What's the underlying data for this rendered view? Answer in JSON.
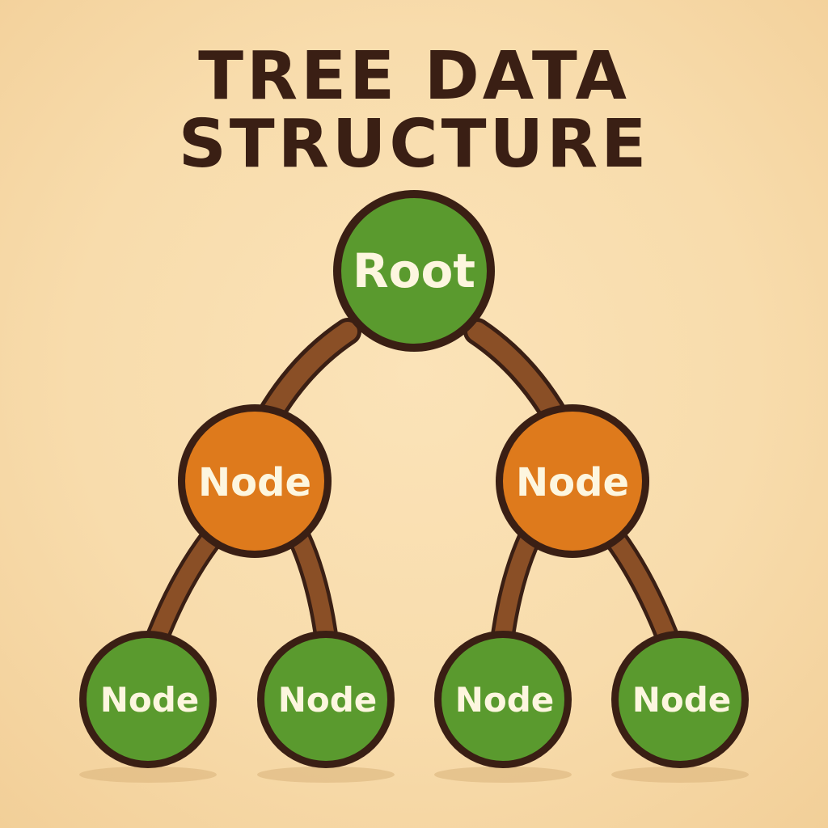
{
  "title": {
    "line1": "TREE DATA",
    "line2": "STRUCTURE"
  },
  "colors": {
    "background": "#f8dcac",
    "title": "#3a1f14",
    "root_fill": "#5a9a2e",
    "internal_fill": "#de7a1c",
    "leaf_fill": "#5a9a2e",
    "outline": "#3a1f14",
    "branch": "#8a4f26",
    "label": "#fdf6df"
  },
  "tree": {
    "root": {
      "label": "Root",
      "children": [
        {
          "label": "Node",
          "children": [
            {
              "label": "Node"
            },
            {
              "label": "Node"
            }
          ]
        },
        {
          "label": "Node",
          "children": [
            {
              "label": "Node"
            },
            {
              "label": "Node"
            }
          ]
        }
      ]
    }
  }
}
